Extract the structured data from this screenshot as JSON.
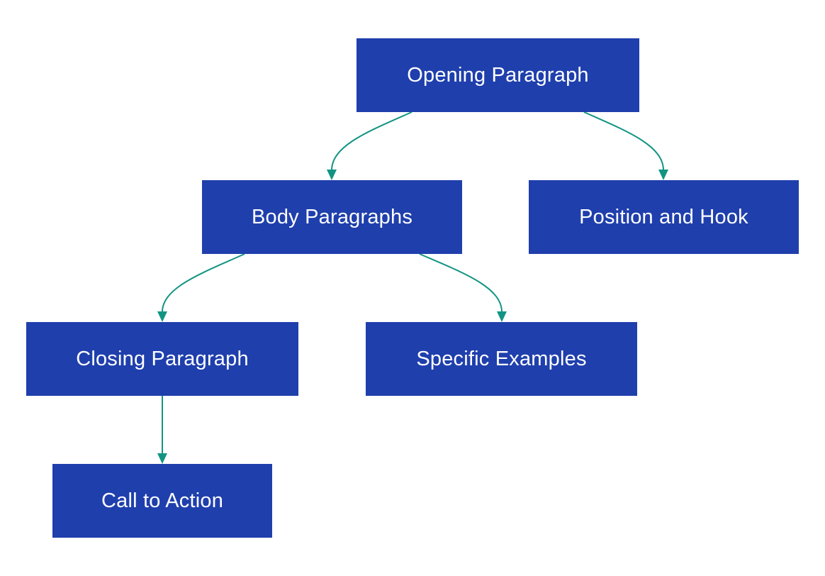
{
  "diagram": {
    "colors": {
      "node_fill": "#1f3fad",
      "node_text": "#ffffff",
      "edge": "#139483",
      "background": "#ffffff"
    },
    "nodes": {
      "opening": "Opening Paragraph",
      "body": "Body Paragraphs",
      "position": "Position and Hook",
      "closing": "Closing Paragraph",
      "examples": "Specific Examples",
      "cta": "Call to Action"
    },
    "edges": [
      {
        "from": "opening",
        "to": "body"
      },
      {
        "from": "opening",
        "to": "position"
      },
      {
        "from": "body",
        "to": "closing"
      },
      {
        "from": "body",
        "to": "examples"
      },
      {
        "from": "closing",
        "to": "cta"
      }
    ]
  }
}
